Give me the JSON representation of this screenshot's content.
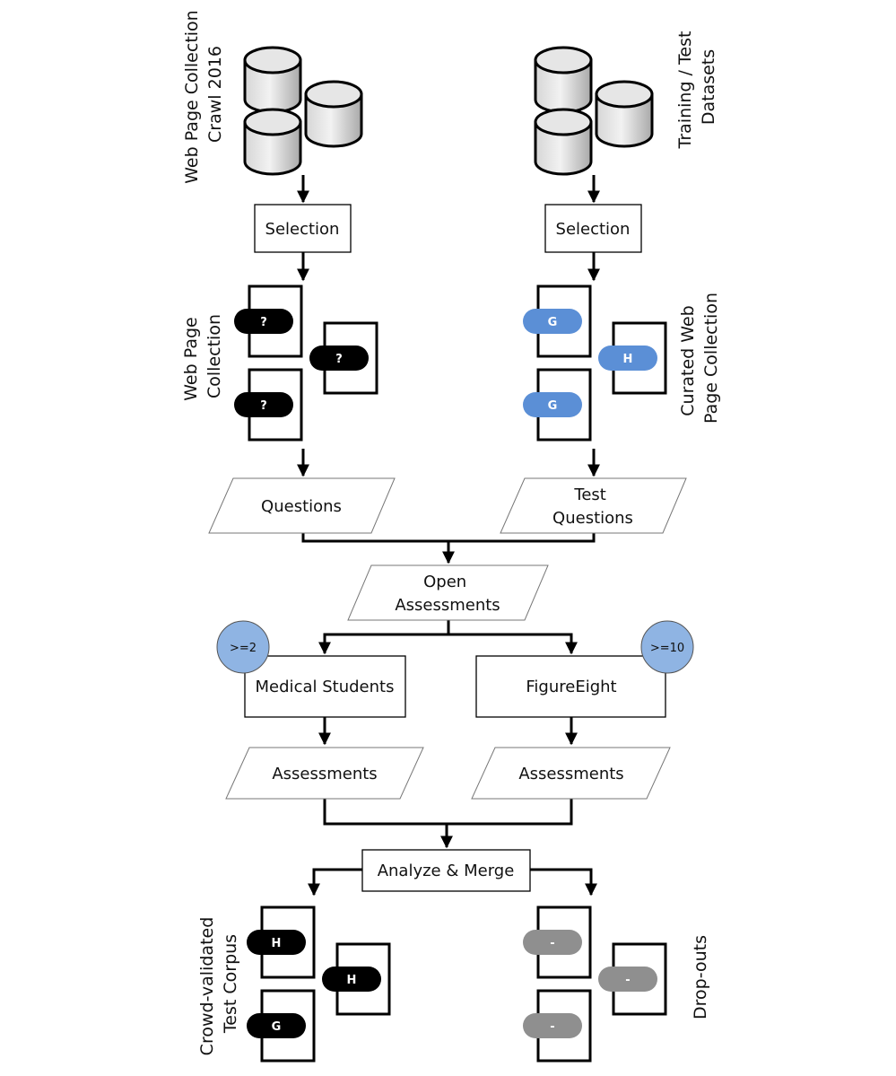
{
  "left_branch": {
    "source_label": [
      "Web Page Collection",
      "Crawl 2016"
    ],
    "selection": "Selection",
    "collection_label": [
      "Web Page",
      "Collection"
    ],
    "doc_badges": [
      "?",
      "?",
      "?"
    ],
    "questions": "Questions"
  },
  "right_branch": {
    "source_label": [
      "Training / Test",
      "Datasets"
    ],
    "selection": "Selection",
    "collection_label": [
      "Curated Web",
      "Page Collection"
    ],
    "doc_badges": [
      "G",
      "H",
      "G"
    ],
    "questions": [
      "Test",
      "Questions"
    ]
  },
  "open_assessments": [
    "Open",
    "Assessments"
  ],
  "medical_students": {
    "label": "Medical Students",
    "count": ">=2",
    "assessments": "Assessments"
  },
  "figure_eight": {
    "label": "FigureEight",
    "count": ">=10",
    "assessments": "Assessments"
  },
  "analyze_merge": "Analyze & Merge",
  "output_left": {
    "label": [
      "Crowd-validated",
      "Test Corpus"
    ],
    "doc_badges": [
      "H",
      "H",
      "G"
    ]
  },
  "output_right": {
    "label": [
      "Drop-outs"
    ],
    "doc_badges": [
      "-",
      "-",
      "-"
    ]
  },
  "colors": {
    "line": "#000000",
    "badge_black": "#000000",
    "badge_blue": "#5b8fd6",
    "badge_gray": "#8f8f8f",
    "circle_fill": "#8fb4e3",
    "db_light": "#ececec",
    "db_dark": "#b8b8b8"
  },
  "icons": [
    "database-icon",
    "document-icon"
  ]
}
